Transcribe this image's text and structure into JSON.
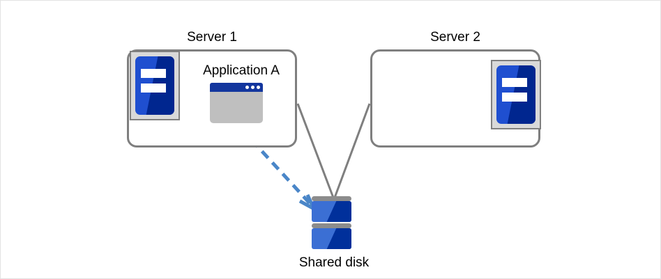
{
  "diagram": {
    "type": "cluster-shared-disk-diagram",
    "background_color": "#ffffff",
    "border_color": "#e2e2e2",
    "nodes": {
      "server1": {
        "title": "Server 1",
        "icon": "server-icon",
        "app": {
          "label": "Application A",
          "icon": "application-window-icon"
        }
      },
      "server2": {
        "title": "Server 2",
        "icon": "server-icon"
      },
      "disk": {
        "label": "Shared disk",
        "icon": "database-disk-icon"
      }
    },
    "connectors": {
      "server1_to_disk": {
        "style": "solid",
        "color": "#7f7f7f"
      },
      "server2_to_disk": {
        "style": "solid",
        "color": "#7f7f7f"
      },
      "app_to_disk": {
        "style": "dashed",
        "color": "#4a86c8",
        "arrowhead": "open-arrow"
      }
    },
    "colors": {
      "box_border": "#7f7f7f",
      "icon_frame_fill": "#d9d9d9",
      "server_blue": "#1f4fd0",
      "server_blue_dark": "#00268f",
      "app_titlebar": "#13369e",
      "app_body": "#bfbfbf",
      "disk_blue": "#3b6fd4",
      "disk_blue_dark": "#00309b",
      "disk_bar": "#8c8c8c",
      "dashed_arrow": "#4a86c8"
    }
  }
}
